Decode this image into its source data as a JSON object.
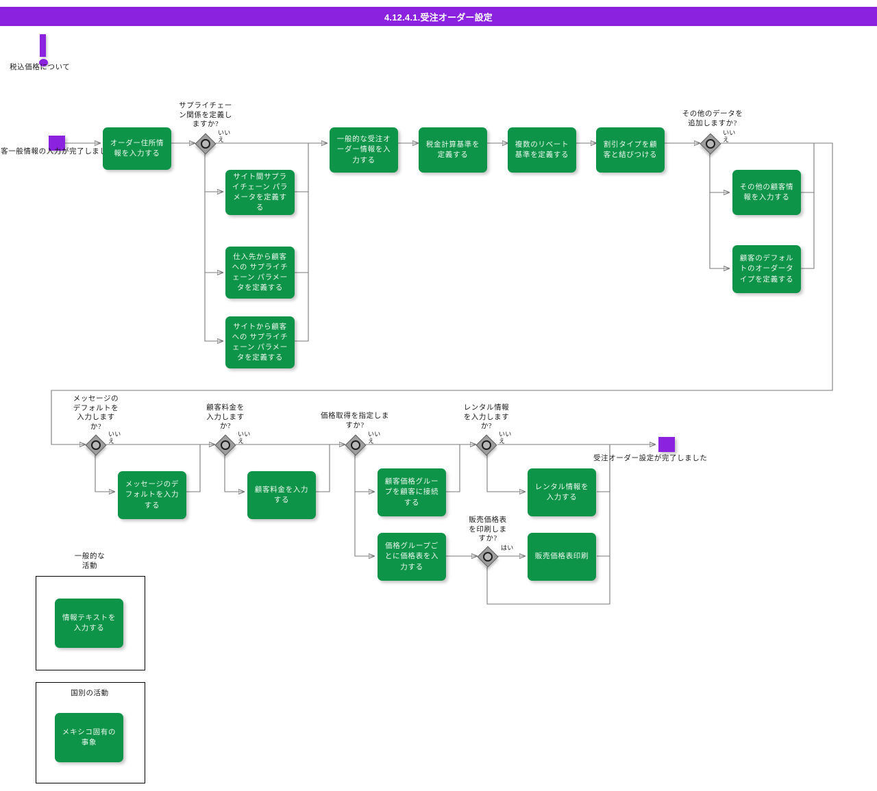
{
  "header": {
    "title": "4.12.4.1.受注オーダー設定",
    "bg_color": "#8b22e0",
    "text_color": "#ffffff"
  },
  "theme": {
    "task_color": "#0e9448",
    "terminator_color": "#8b22e0",
    "decision_color": "#9d9d9d",
    "connector_color": "#7a7a7a",
    "text_on_task": "#eaf7ef"
  },
  "note": {
    "icon": "exclamation-icon",
    "label": "税込価格について"
  },
  "start": {
    "name": "start-terminator",
    "label": "顧客一般情報の入力が完了しました"
  },
  "end": {
    "name": "end-terminator",
    "label": "受注オーダー設定が完了しました"
  },
  "answers": {
    "no": "いい\nえ",
    "yes": "はい"
  },
  "decisions": [
    {
      "id": "d1",
      "question": "サプライチェー\nン関係を定義し\nますか?",
      "answer_shown": "いい\nえ"
    },
    {
      "id": "d2",
      "question": "その他のデータを\n追加しますか?",
      "answer_shown": "いい\nえ"
    },
    {
      "id": "d3",
      "question": "メッセージの\nデフォルトを\n入力します\nか?",
      "answer_shown": "いい\nえ"
    },
    {
      "id": "d4",
      "question": "顧客料金を\n入力します\nか?",
      "answer_shown": "いい\nえ"
    },
    {
      "id": "d5",
      "question": "価格取得を指定しま\nすか?",
      "answer_shown": "いい\nえ"
    },
    {
      "id": "d6",
      "question": "レンタル情報\nを入力します\nか?",
      "answer_shown": "いい\nえ"
    },
    {
      "id": "d7",
      "question": "販売価格表\nを印刷しま\nすか?",
      "answer_shown": "はい"
    }
  ],
  "tasks": [
    {
      "id": "t-order-address",
      "label": "オーダー住所情報を入力する"
    },
    {
      "id": "t-intersite-sc",
      "label": "サイト間サプライチェーン パラメータを定義する"
    },
    {
      "id": "t-supplier-customer",
      "label": "仕入先から顧客への サプライチェーン パラメータを定義する"
    },
    {
      "id": "t-site-customer",
      "label": "サイトから顧客への サプライチェーン パラメータを定義する"
    },
    {
      "id": "t-general-order",
      "label": "一般的な受注オーダー情報を入力する"
    },
    {
      "id": "t-tax-basis",
      "label": "税金計算基準を定義する"
    },
    {
      "id": "t-rebate-basis",
      "label": "複数のリベート基準を定義する"
    },
    {
      "id": "t-discount-type",
      "label": "割引タイプを顧客と結びつける"
    },
    {
      "id": "t-other-customer",
      "label": "その他の顧客情報を入力する"
    },
    {
      "id": "t-default-ordertype",
      "label": "顧客のデフォルトのオーダータイプを定義する"
    },
    {
      "id": "t-message-default",
      "label": "メッセージのデフォルトを入力する"
    },
    {
      "id": "t-customer-fee",
      "label": "顧客料金を入力する"
    },
    {
      "id": "t-price-group-link",
      "label": "顧客価格グループを顧客に接続する"
    },
    {
      "id": "t-pricelist-by-group",
      "label": "価格グループごとに価格表を入力する"
    },
    {
      "id": "t-rental-info",
      "label": "レンタル情報を入力する"
    },
    {
      "id": "t-print-pricelist",
      "label": "販売価格表印刷"
    }
  ],
  "legend": [
    {
      "id": "legend-general",
      "caption": "一般的な\n活動",
      "task_label": "情報テキストを入力する"
    },
    {
      "id": "legend-country",
      "caption": "国別の活動",
      "task_label": "メキシコ固有の事象"
    }
  ]
}
